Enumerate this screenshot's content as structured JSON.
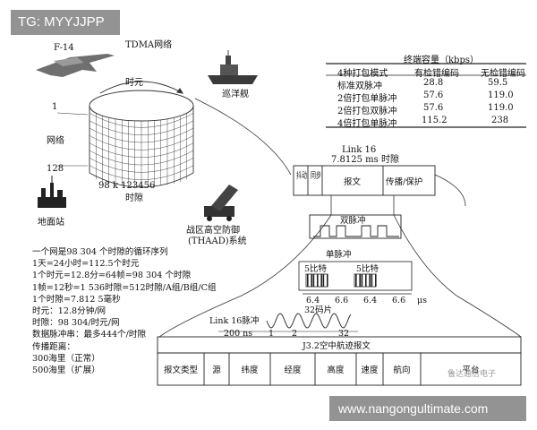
{
  "watermarks": {
    "top": "TG: MYYJJPP",
    "bottom": "www.nangongultimate.com",
    "corner": "鲁达通信电子"
  },
  "diagram": {
    "tdma_label": "TDMA网络",
    "f14_label": "F-14",
    "cruiser_label": "巡洋舰",
    "ground_label": "地面站",
    "thaad_label": [
      "战区高空防御",
      "(THAAD)系统"
    ],
    "time_element_label": "时元",
    "network_label": "网络",
    "net_top": "1",
    "net_bottom": "128",
    "slot_axis": "98 k 123456",
    "slot_label": "时隙",
    "link16_title": "Link 16",
    "link16_sub": "7.8125 ms 时隙",
    "slot_fields": [
      "抖动",
      "同步",
      "报文",
      "传播/保护"
    ],
    "double_pulse": "双脉冲",
    "single_pulse": "单脉冲",
    "bit_label": "5比特",
    "bit_label_2": "5比特",
    "timing": [
      "6.4",
      "6.6",
      "6.4",
      "6.6",
      "μs"
    ],
    "chips": "32码片",
    "link16_pulse": "Link 16脉冲",
    "pulse_ns": "200 ns",
    "pulse_marks": [
      "1",
      "2",
      "32"
    ],
    "j32_title": "J3.2空中航迹报文",
    "message_fields": [
      "报文类型",
      "源",
      "纬度",
      "经度",
      "高度",
      "速度",
      "航向",
      "平台"
    ]
  },
  "capacity_table": {
    "title": "终端容量（kbps）",
    "headers": [
      "4种打包模式",
      "有检错编码",
      "无检错编码"
    ],
    "rows": [
      [
        "标准双脉冲",
        "28.8",
        "59.5"
      ],
      [
        "2倍打包单脉冲",
        "57.6",
        "119.0"
      ],
      [
        "2倍打包双脉冲",
        "57.6",
        "119.0"
      ],
      [
        "4倍打包单脉冲",
        "115.2",
        "238"
      ]
    ]
  },
  "notes": [
    "一个网是98 304 个时隙的循环序列",
    "1天=24小时=112.5个时元",
    "1个时元=12.8分=64帧=98 304 个时隙",
    "1帧=12秒=1 536时隙=512时隙/A组/B组/C组",
    "1个时隙=7.812 5毫秒",
    "时元：12.8分钟/网",
    "时隙：98 304/时元/网",
    "数据脉冲串：最多444个/时隙",
    "传播距离：",
    "300海里（正常）",
    "500海里（扩展）"
  ]
}
